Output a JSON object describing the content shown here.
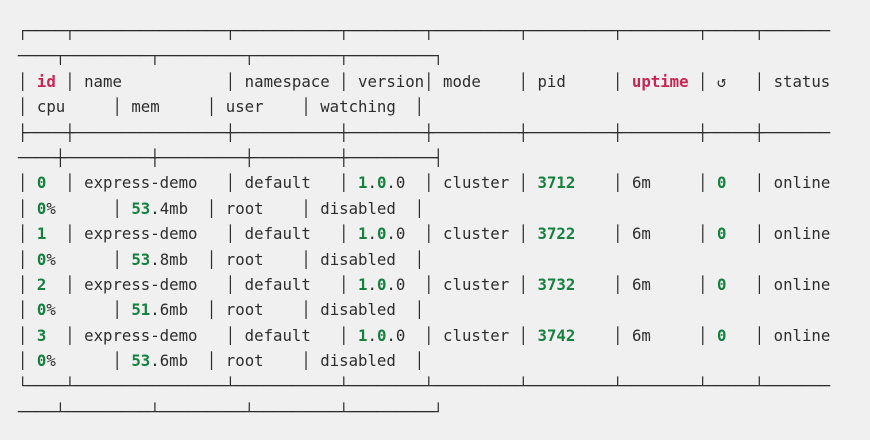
{
  "terminal": {
    "background": "#f0f0f0",
    "colors": {
      "text": "#2d2d2d",
      "red": "#c72652",
      "green": "#15813f"
    },
    "description": "pm2 process list output",
    "table": {
      "columns": [
        "id",
        "name",
        "namespace",
        "version",
        "mode",
        "pid",
        "uptime",
        "↺",
        "status",
        "cpu",
        "mem",
        "user",
        "watching"
      ],
      "header_red_columns": [
        "id",
        "uptime"
      ],
      "restart_icon": "↺",
      "rows": [
        {
          "id": "0",
          "name": "express-demo",
          "namespace": "default",
          "version": "1.0.0",
          "mode": "cluster",
          "pid": "3712",
          "uptime": "6m",
          "restarts": "0",
          "status": "online",
          "cpu": "0%",
          "mem": "53.4mb",
          "user": "root",
          "watching": "disabled"
        },
        {
          "id": "1",
          "name": "express-demo",
          "namespace": "default",
          "version": "1.0.0",
          "mode": "cluster",
          "pid": "3722",
          "uptime": "6m",
          "restarts": "0",
          "status": "online",
          "cpu": "0%",
          "mem": "53.8mb",
          "user": "root",
          "watching": "disabled"
        },
        {
          "id": "2",
          "name": "express-demo",
          "namespace": "default",
          "version": "1.0.0",
          "mode": "cluster",
          "pid": "3732",
          "uptime": "6m",
          "restarts": "0",
          "status": "online",
          "cpu": "0%",
          "mem": "51.6mb",
          "user": "root",
          "watching": "disabled"
        },
        {
          "id": "3",
          "name": "express-demo",
          "namespace": "default",
          "version": "1.0.0",
          "mode": "cluster",
          "pid": "3742",
          "uptime": "6m",
          "restarts": "0",
          "status": "online",
          "cpu": "0%",
          "mem": "53.6mb",
          "user": "root",
          "watching": "disabled"
        }
      ]
    },
    "lines": [
      [
        {
          "t": "┌────┬────────────────┬───────────┬────────┬─────────┬─────────┬────────┬─────┬───────",
          "c": "t"
        }
      ],
      [
        {
          "t": "────┬─────────┬─────────┬─────────┬─────────┐",
          "c": "t"
        }
      ],
      [
        {
          "t": "│ ",
          "c": "t"
        },
        {
          "t": "id",
          "c": "r"
        },
        {
          "t": " │ name           │ namespace │ version│ mode    │ pid     │ ",
          "c": "t"
        },
        {
          "t": "uptime",
          "c": "r"
        },
        {
          "t": " │ ↺   │ status",
          "c": "t"
        }
      ],
      [
        {
          "t": "│ cpu     │ mem     │ user    │ watching  │",
          "c": "t"
        }
      ],
      [
        {
          "t": "├────┼────────────────┼───────────┼────────┼─────────┼─────────┼────────┼─────┼───────",
          "c": "t"
        }
      ],
      [
        {
          "t": "────┼─────────┼─────────┼─────────┼─────────┤",
          "c": "t"
        }
      ],
      [
        {
          "t": "│ ",
          "c": "t"
        },
        {
          "t": "0",
          "c": "g"
        },
        {
          "t": "  │ express-demo   │ default   │ ",
          "c": "t"
        },
        {
          "t": "1",
          "c": "g"
        },
        {
          "t": ".",
          "c": "t"
        },
        {
          "t": "0",
          "c": "g"
        },
        {
          "t": ".0  │ cluster │ ",
          "c": "t"
        },
        {
          "t": "3712",
          "c": "g"
        },
        {
          "t": "    │ 6m     │ ",
          "c": "t"
        },
        {
          "t": "0",
          "c": "g"
        },
        {
          "t": "   │ online",
          "c": "t"
        }
      ],
      [
        {
          "t": "│ ",
          "c": "t"
        },
        {
          "t": "0",
          "c": "g"
        },
        {
          "t": "%      │ ",
          "c": "t"
        },
        {
          "t": "53",
          "c": "g"
        },
        {
          "t": ".4mb  │ root    │ disabled  │",
          "c": "t"
        }
      ],
      [
        {
          "t": "│ ",
          "c": "t"
        },
        {
          "t": "1",
          "c": "g"
        },
        {
          "t": "  │ express-demo   │ default   │ ",
          "c": "t"
        },
        {
          "t": "1",
          "c": "g"
        },
        {
          "t": ".",
          "c": "t"
        },
        {
          "t": "0",
          "c": "g"
        },
        {
          "t": ".0  │ cluster │ ",
          "c": "t"
        },
        {
          "t": "3722",
          "c": "g"
        },
        {
          "t": "    │ 6m     │ ",
          "c": "t"
        },
        {
          "t": "0",
          "c": "g"
        },
        {
          "t": "   │ online",
          "c": "t"
        }
      ],
      [
        {
          "t": "│ ",
          "c": "t"
        },
        {
          "t": "0",
          "c": "g"
        },
        {
          "t": "%      │ ",
          "c": "t"
        },
        {
          "t": "53",
          "c": "g"
        },
        {
          "t": ".8mb  │ root    │ disabled  │",
          "c": "t"
        }
      ],
      [
        {
          "t": "│ ",
          "c": "t"
        },
        {
          "t": "2",
          "c": "g"
        },
        {
          "t": "  │ express-demo   │ default   │ ",
          "c": "t"
        },
        {
          "t": "1",
          "c": "g"
        },
        {
          "t": ".",
          "c": "t"
        },
        {
          "t": "0",
          "c": "g"
        },
        {
          "t": ".0  │ cluster │ ",
          "c": "t"
        },
        {
          "t": "3732",
          "c": "g"
        },
        {
          "t": "    │ 6m     │ ",
          "c": "t"
        },
        {
          "t": "0",
          "c": "g"
        },
        {
          "t": "   │ online",
          "c": "t"
        }
      ],
      [
        {
          "t": "│ ",
          "c": "t"
        },
        {
          "t": "0",
          "c": "g"
        },
        {
          "t": "%      │ ",
          "c": "t"
        },
        {
          "t": "51",
          "c": "g"
        },
        {
          "t": ".6mb  │ root    │ disabled  │",
          "c": "t"
        }
      ],
      [
        {
          "t": "│ ",
          "c": "t"
        },
        {
          "t": "3",
          "c": "g"
        },
        {
          "t": "  │ express-demo   │ default   │ ",
          "c": "t"
        },
        {
          "t": "1",
          "c": "g"
        },
        {
          "t": ".",
          "c": "t"
        },
        {
          "t": "0",
          "c": "g"
        },
        {
          "t": ".0  │ cluster │ ",
          "c": "t"
        },
        {
          "t": "3742",
          "c": "g"
        },
        {
          "t": "    │ 6m     │ ",
          "c": "t"
        },
        {
          "t": "0",
          "c": "g"
        },
        {
          "t": "   │ online",
          "c": "t"
        }
      ],
      [
        {
          "t": "│ ",
          "c": "t"
        },
        {
          "t": "0",
          "c": "g"
        },
        {
          "t": "%      │ ",
          "c": "t"
        },
        {
          "t": "53",
          "c": "g"
        },
        {
          "t": ".6mb  │ root    │ disabled  │",
          "c": "t"
        }
      ],
      [
        {
          "t": "└────┴────────────────┴───────────┴────────┴─────────┴─────────┴────────┴─────┴───────",
          "c": "t"
        }
      ],
      [
        {
          "t": "────┴─────────┴─────────┴─────────┴─────────┘",
          "c": "t"
        }
      ]
    ]
  }
}
